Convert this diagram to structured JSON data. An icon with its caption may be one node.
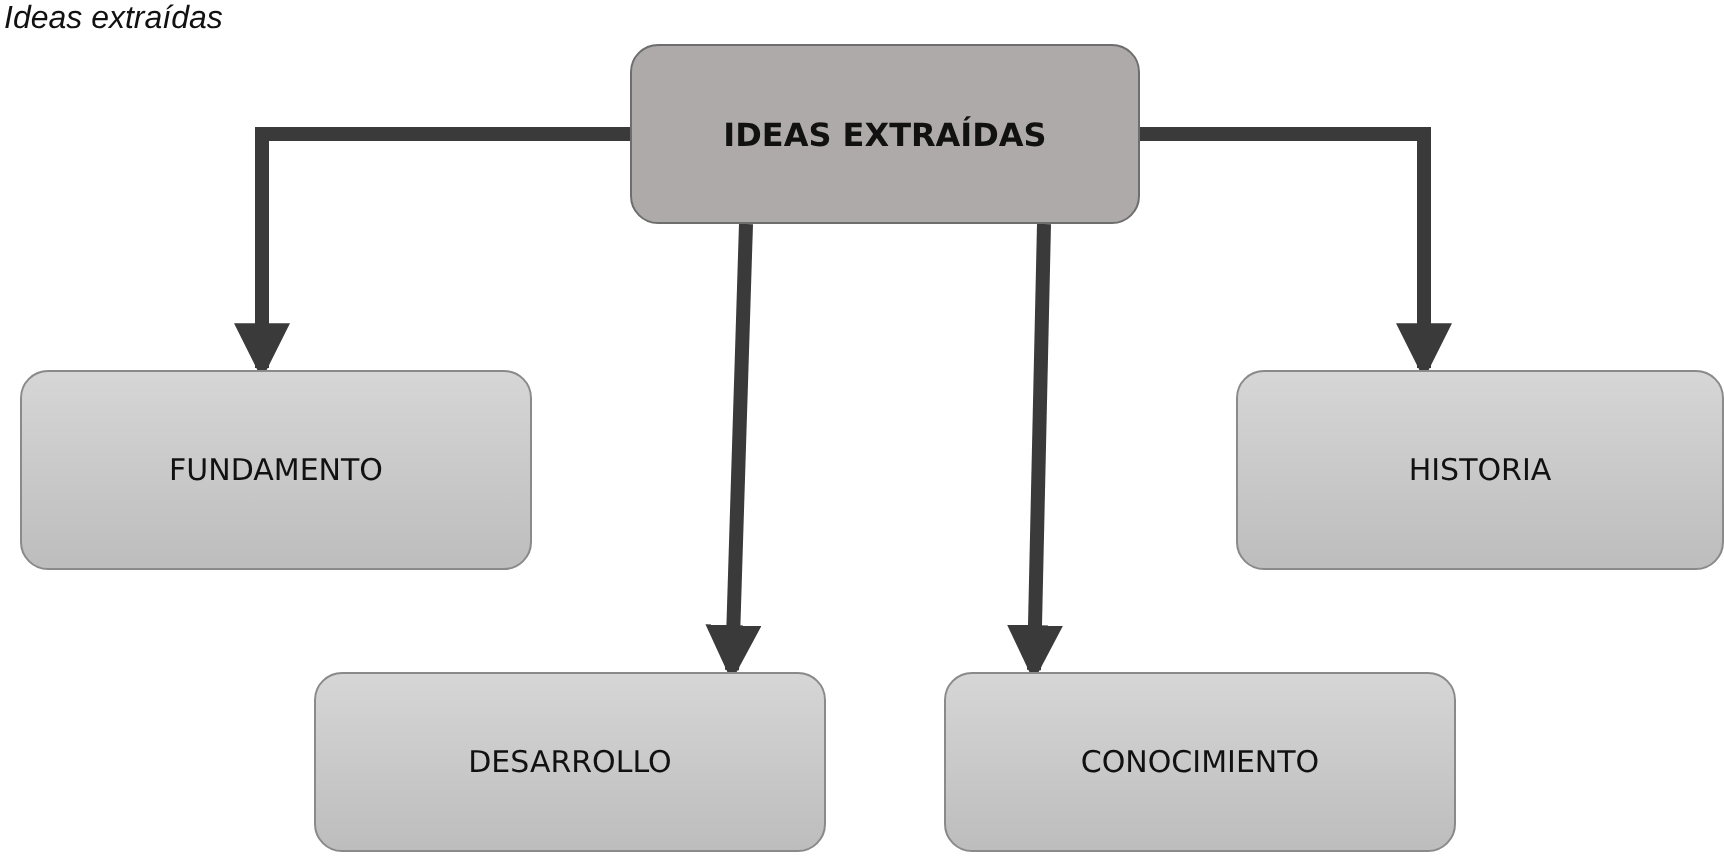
{
  "diagram": {
    "title": "Ideas extraídas",
    "nodes": [
      {
        "text": [
          "IDEAS EXTRAÍDAS"
        ]
      },
      {
        "text": [
          "FUNDAMENTO"
        ]
      },
      {
        "text": [
          "HISTORIA"
        ]
      },
      {
        "text": [
          "DESARROLLO"
        ]
      },
      {
        "text": [
          "CONOCIMIENTO"
        ]
      }
    ],
    "edges": [
      {
        "from": 0,
        "to": 1,
        "arrow": "to"
      },
      {
        "from": 0,
        "to": 2,
        "arrow": "to"
      },
      {
        "from": 0,
        "to": 3,
        "arrow": "to"
      },
      {
        "from": 0,
        "to": 4,
        "arrow": "to"
      }
    ]
  }
}
